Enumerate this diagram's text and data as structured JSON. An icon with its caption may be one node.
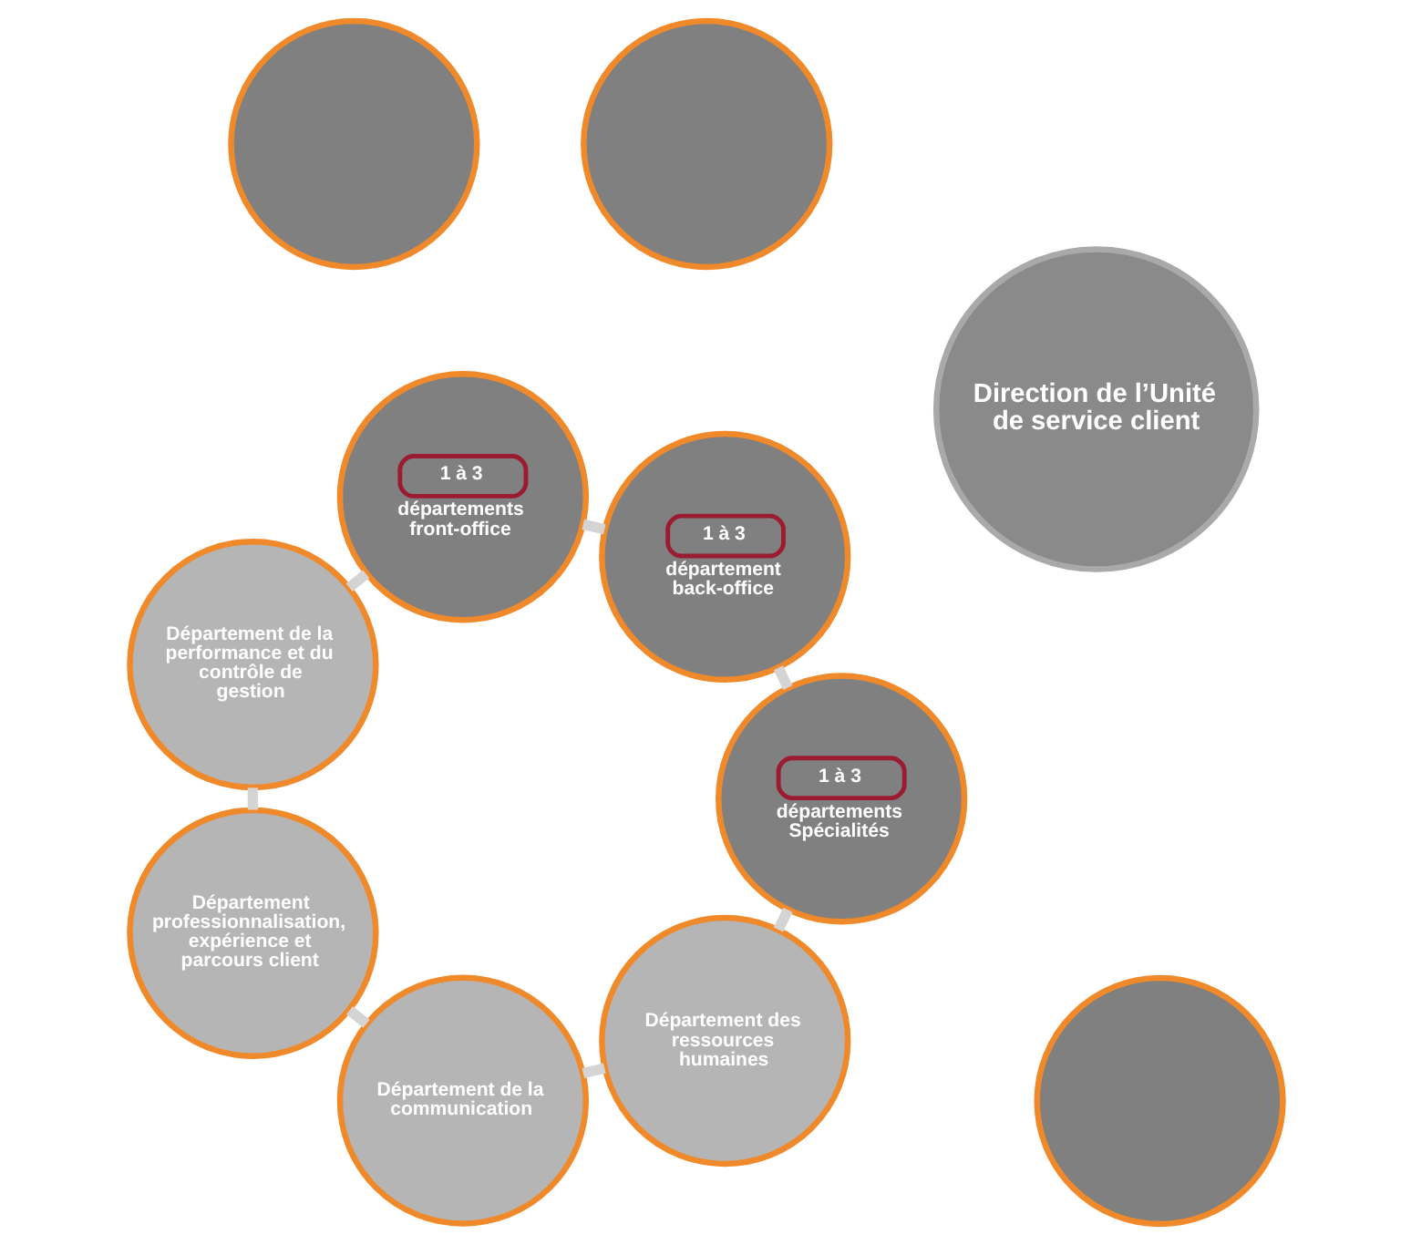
{
  "diagram": {
    "nodes": [
      {
        "text": [
          "Département des ressources humaines"
        ]
      },
      {
        "text": [],
        "shape": "circle"
      },
      {
        "text": [
          "1 à 3",
          "départements Spécialités"
        ]
      },
      {
        "text": [
          "Département de la communication"
        ]
      },
      {
        "text": [
          "Direction de l’Unité de service client"
        ]
      },
      {
        "text": [],
        "shape": "circle"
      },
      {
        "text": [
          "1 à 3",
          "département back-office"
        ]
      },
      {
        "text": [
          "Département professionnalisation, expérience et parcours client"
        ]
      },
      {
        "text": [],
        "shape": "circle"
      },
      {
        "text": [
          "1 à 3",
          "départements front-office"
        ]
      },
      {
        "text": [
          "Département de la performance et du contrôle de gestion"
        ]
      }
    ],
    "edges": [
      {
        "from": 0,
        "to": 3,
        "arrow": "none"
      },
      {
        "from": 3,
        "to": 7,
        "arrow": "none"
      },
      {
        "from": 7,
        "to": 10,
        "arrow": "none"
      },
      {
        "from": 10,
        "to": 9,
        "arrow": "none"
      },
      {
        "from": 9,
        "to": 6,
        "arrow": "none"
      },
      {
        "from": 6,
        "to": 2,
        "arrow": "none"
      },
      {
        "from": 2,
        "to": 0,
        "arrow": "none"
      }
    ]
  }
}
